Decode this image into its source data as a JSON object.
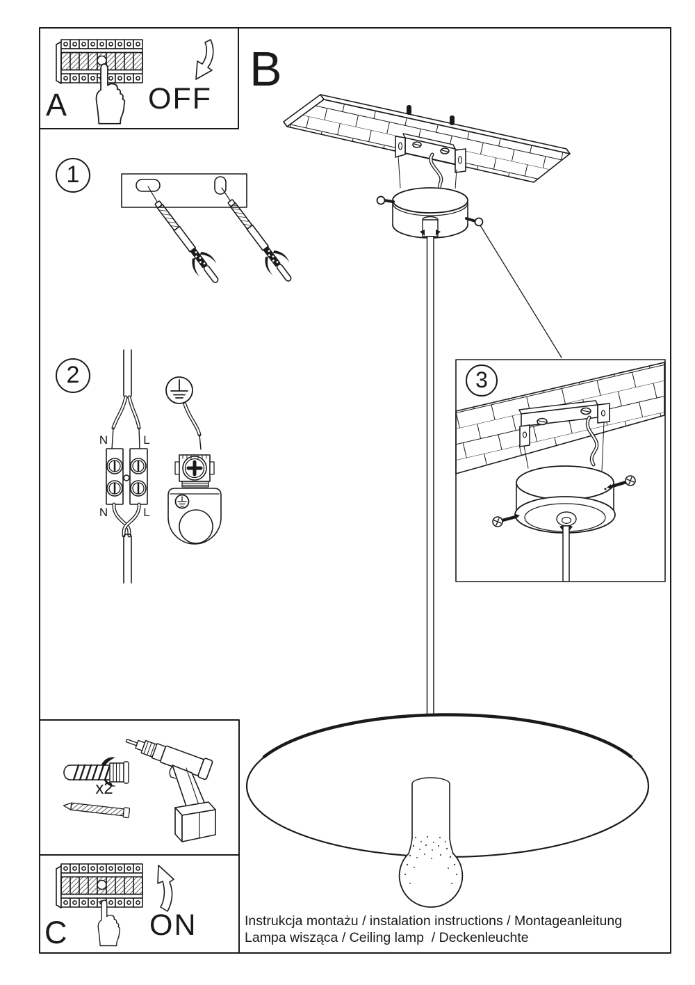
{
  "document": {
    "caption_line1": "Instrukcja montażu / instalation instructions / Montageanleitung",
    "caption_line2": "Lampa wisząca / Ceiling lamp  / Deckenleuchte"
  },
  "panels": {
    "a": {
      "label": "A",
      "action": "OFF"
    },
    "b": {
      "label": "B"
    },
    "c": {
      "label": "C",
      "action": "ON"
    },
    "step_1": {
      "number": "1"
    },
    "step_2": {
      "number": "2",
      "terminal_labels": {
        "top_neutral": "N",
        "top_live": "L",
        "bottom_neutral": "N",
        "bottom_live": "L"
      }
    },
    "step_3": {
      "number": "3"
    },
    "hardware": {
      "anchor_quantity": "x2"
    }
  },
  "colors": {
    "line": "#1a1a1a",
    "background": "#ffffff"
  }
}
